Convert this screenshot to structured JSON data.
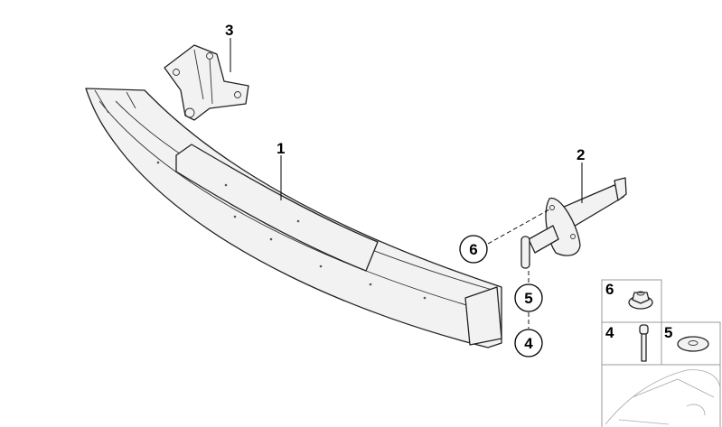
{
  "diagram": {
    "labels": {
      "bumper_beam": "1",
      "pin_assembly": "2",
      "bracket": "3"
    },
    "callouts": [
      "6",
      "5",
      "4"
    ],
    "legend_panel": {
      "nut": "6",
      "bolt": "4",
      "washer": "5"
    }
  }
}
